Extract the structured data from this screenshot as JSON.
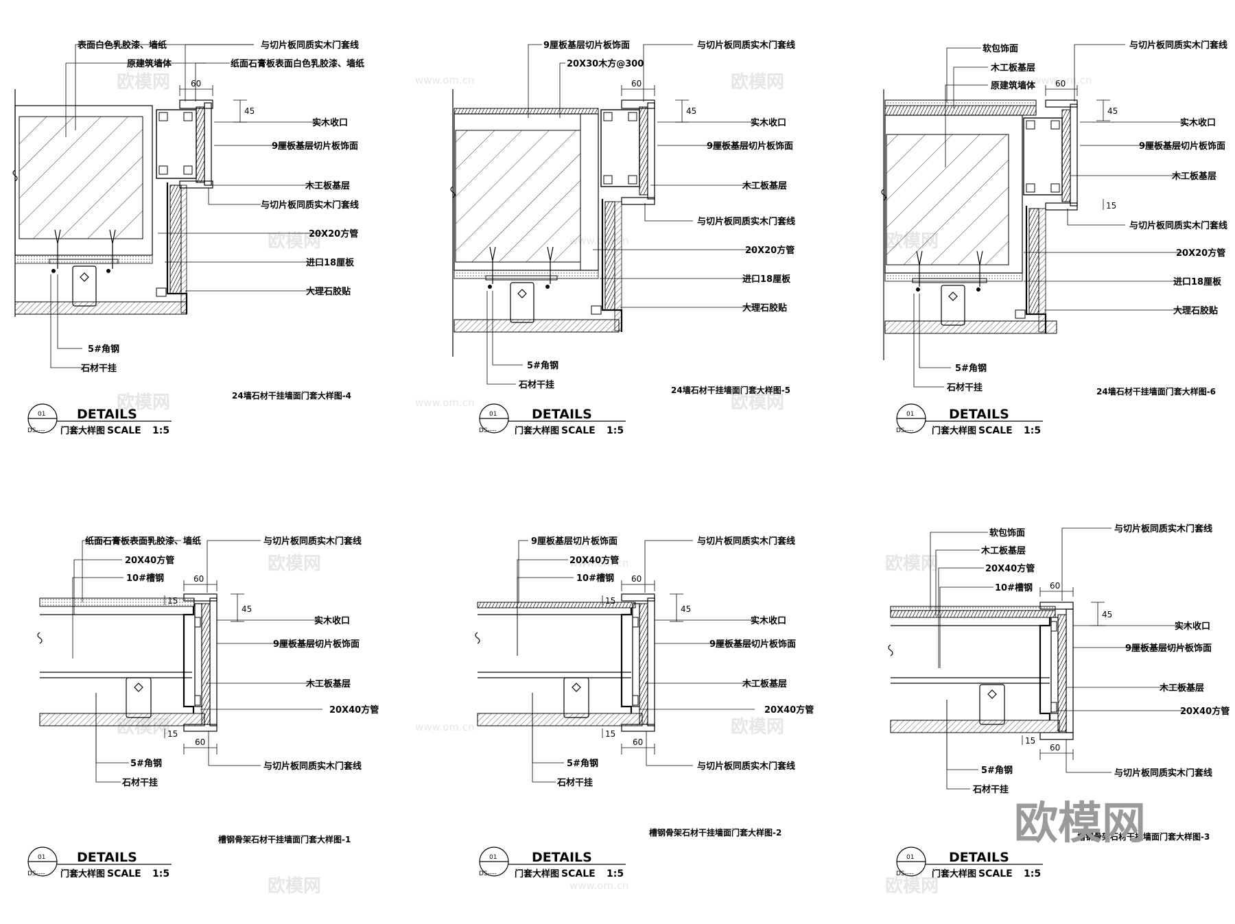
{
  "watermarks": {
    "brand": "欧模网",
    "site": "www.om.cn"
  },
  "details": [
    {
      "caption": "24墙石材干挂墙面门套大样图-4",
      "title": "DETAILS",
      "scale": "SCALE",
      "ratio": "1:5",
      "subtitle": "门套大样图",
      "number": "01",
      "code": "DS----",
      "dims": [
        "60",
        "45"
      ],
      "labels": [
        "表面白色乳胶漆、墙纸",
        "原建筑墙体",
        "与切片板同质实木门套线",
        "纸面石膏板表面白色乳胶漆、墙纸",
        "实木收口",
        "9厘板基层切片板饰面",
        "木工板基层",
        "与切片板同质实木门套线",
        "20X20方管",
        "进口18厘板",
        "大理石胶贴",
        "5#角钢",
        "石材干挂"
      ]
    },
    {
      "caption": "24墙石材干挂墙面门套大样图-5",
      "title": "DETAILS",
      "scale": "SCALE",
      "ratio": "1:5",
      "subtitle": "门套大样图",
      "number": "01",
      "code": "DS----",
      "dims": [
        "60",
        "45"
      ],
      "labels": [
        "9厘板基层切片板饰面",
        "20X30木方@300",
        "与切片板同质实木门套线",
        "实木收口",
        "9厘板基层切片板饰面",
        "木工板基层",
        "与切片板同质实木门套线",
        "20X20方管",
        "进口18厘板",
        "大理石胶贴",
        "5#角钢",
        "石材干挂"
      ]
    },
    {
      "caption": "24墙石材干挂墙面门套大样图-6",
      "title": "DETAILS",
      "scale": "SCALE",
      "ratio": "1:5",
      "subtitle": "门套大样图",
      "number": "01",
      "code": "DS----",
      "dims": [
        "60",
        "45",
        "15"
      ],
      "labels": [
        "软包饰面",
        "木工板基层",
        "原建筑墙体",
        "与切片板同质实木门套线",
        "实木收口",
        "9厘板基层切片板饰面",
        "木工板基层",
        "与切片板同质实木门套线",
        "20X20方管",
        "进口18厘板",
        "大理石胶贴",
        "5#角钢",
        "石材干挂"
      ]
    },
    {
      "caption": "槽钢骨架石材干挂墙面门套大样图-1",
      "title": "DETAILS",
      "scale": "SCALE",
      "ratio": "1:5",
      "subtitle": "门套大样图",
      "number": "01",
      "code": "DS----",
      "dims": [
        "60",
        "45",
        "15",
        "15",
        "60"
      ],
      "labels": [
        "纸面石膏板表面乳胶漆、墙纸",
        "20X40方管",
        "10#槽钢",
        "与切片板同质实木门套线",
        "实木收口",
        "9厘板基层切片板饰面",
        "木工板基层",
        "20X40方管",
        "5#角钢",
        "石材干挂",
        "与切片板同质实木门套线"
      ]
    },
    {
      "caption": "槽钢骨架石材干挂墙面门套大样图-2",
      "title": "DETAILS",
      "scale": "SCALE",
      "ratio": "1:5",
      "subtitle": "门套大样图",
      "number": "01",
      "code": "DS----",
      "dims": [
        "60",
        "45",
        "15",
        "15",
        "60"
      ],
      "labels": [
        "9厘板基层切片板饰面",
        "20X40方管",
        "10#槽钢",
        "与切片板同质实木门套线",
        "实木收口",
        "9厘板基层切片板饰面",
        "木工板基层",
        "20X40方管",
        "5#角钢",
        "石材干挂",
        "与切片板同质实木门套线"
      ]
    },
    {
      "caption": "槽钢骨架石材干挂墙面门套大样图-3",
      "title": "DETAILS",
      "scale": "SCALE",
      "ratio": "1:5",
      "subtitle": "门套大样图",
      "number": "01",
      "code": "DS----",
      "dims": [
        "60",
        "45",
        "15",
        "60"
      ],
      "labels": [
        "软包饰面",
        "木工板基层",
        "20X40方管",
        "10#槽钢",
        "与切片板同质实木门套线",
        "实木收口",
        "9厘板基层切片板饰面",
        "木工板基层",
        "20X40方管",
        "5#角钢",
        "石材干挂",
        "与切片板同质实木门套线"
      ]
    }
  ]
}
